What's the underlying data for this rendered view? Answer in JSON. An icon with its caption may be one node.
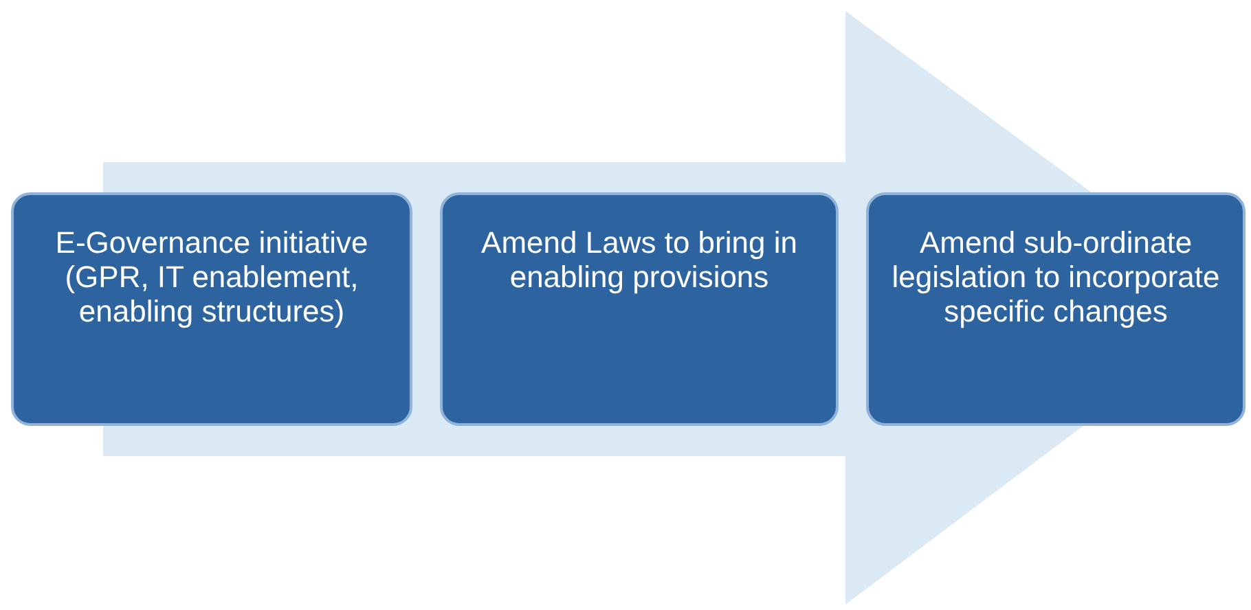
{
  "diagram": {
    "nodes": [
      {
        "text": [
          "E-Governance initiative (GPR, IT enablement, enabling structures)"
        ]
      },
      {
        "text": [
          "Amend Laws to bring in enabling provisions"
        ]
      },
      {
        "text": [
          "Amend sub-ordinate legislation to incorporate specific changes"
        ]
      }
    ],
    "edges": [
      {
        "from": 0,
        "to": 2,
        "arrow": "to"
      }
    ]
  }
}
